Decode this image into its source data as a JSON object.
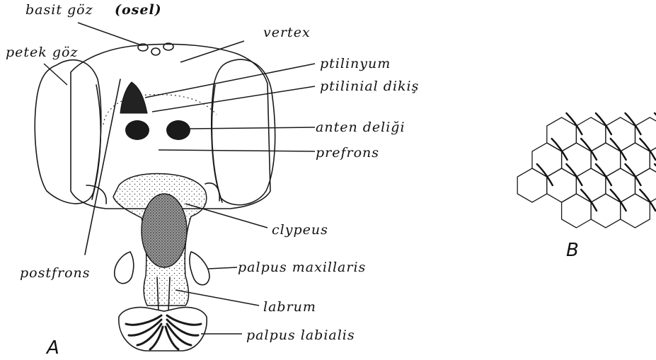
{
  "labels": {
    "basit_goz": "basit göz",
    "osel": "(osel)",
    "petek_goz": "petek göz",
    "vertex": "vertex",
    "ptilinyum": "ptilinyum",
    "ptilinial_dikis": "ptilinial dikiş",
    "anten_deligi": "anten deliği",
    "prefrons": "prefrons",
    "clypeus": "clypeus",
    "postfrons": "postfrons",
    "palpus_maxillaris": "palpus maxillaris",
    "labrum": "labrum",
    "palpus_labialis": "palpus labialis"
  },
  "panels": {
    "a": "A",
    "b": "B"
  },
  "colors": {
    "ink": "#1a1a1a",
    "paper": "#ffffff"
  }
}
